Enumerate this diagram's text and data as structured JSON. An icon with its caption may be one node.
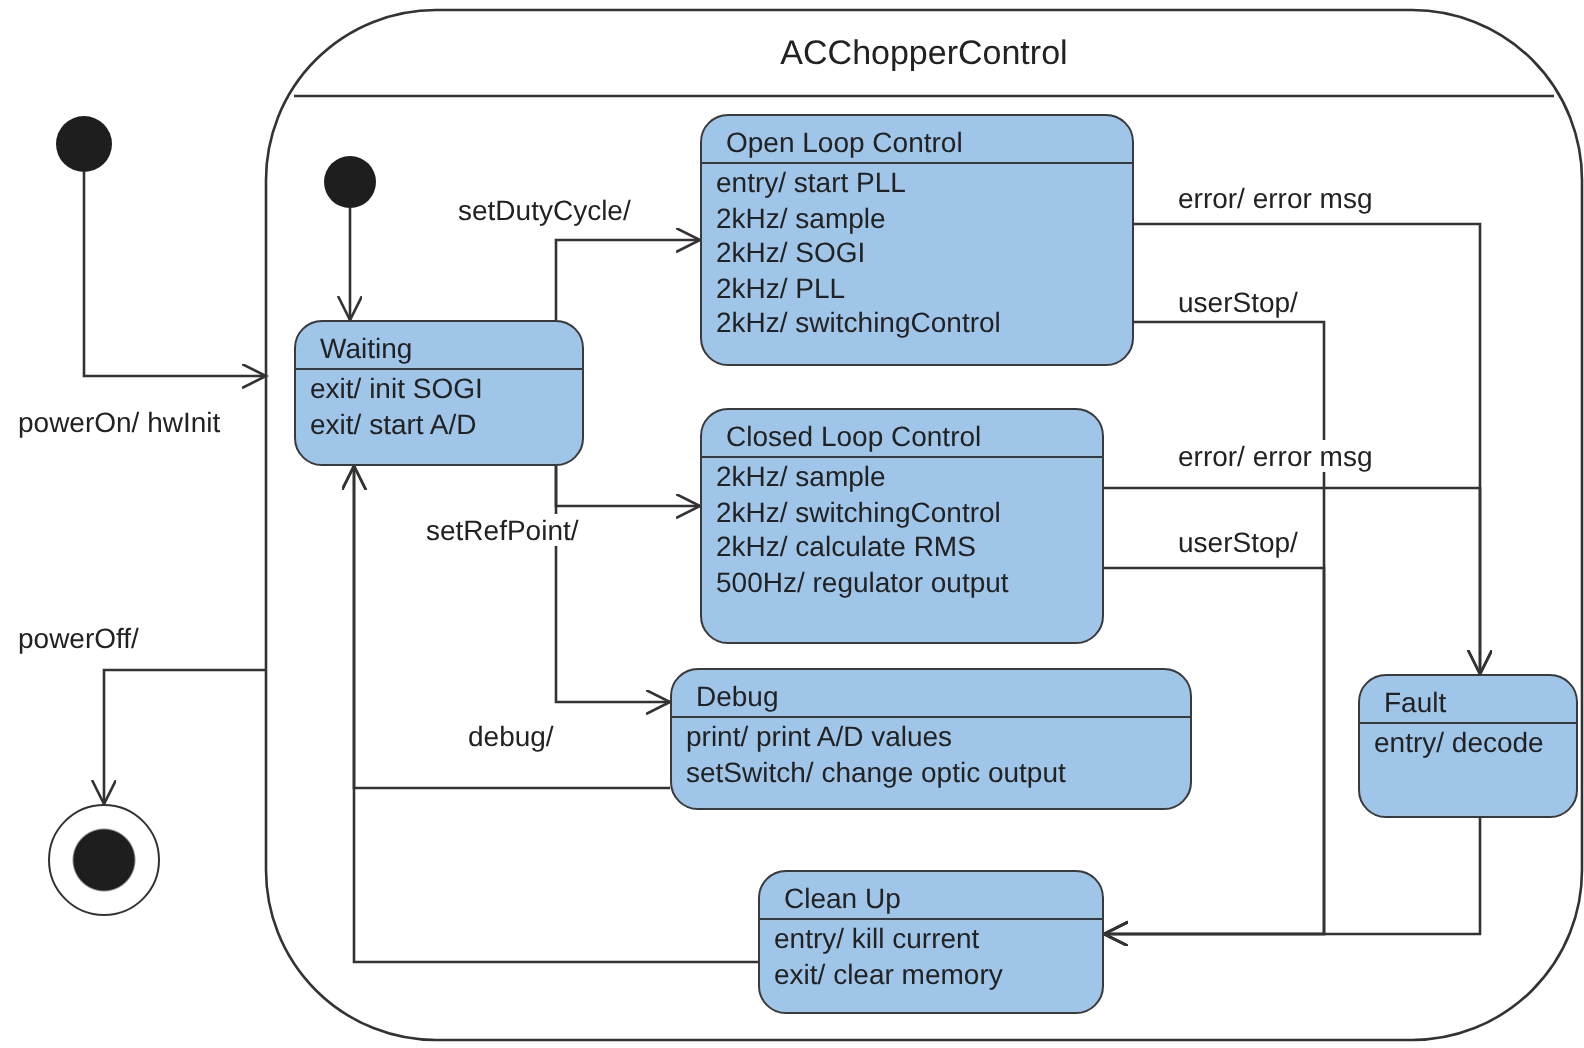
{
  "diagram": {
    "nodes": [
      {
        "text": [],
        "shape": "circle"
      },
      {
        "text": [
          "ACChopperControl"
        ]
      },
      {
        "text": [],
        "shape": "circle",
        "in": 1
      },
      {
        "text": [
          "Waiting",
          "exit/ init SOGI",
          "exit/ start A/D"
        ],
        "in": 1
      },
      {
        "text": [
          "Open Loop Control",
          "entry/ start PLL",
          "2kHz/ sample",
          "2kHz/ SOGI",
          "2kHz/ PLL",
          "2kHz/ switchingControl"
        ],
        "in": 1
      },
      {
        "text": [
          "Closed Loop Control",
          "2kHz/ sample",
          "2kHz/ switchingControl",
          "2kHz/ calculate RMS",
          "500Hz/ regulator output"
        ],
        "in": 1
      },
      {
        "text": [
          "Debug",
          "print/ print A/D values",
          "setSwitch/ change optic output"
        ],
        "in": 1
      },
      {
        "text": [
          "Fault",
          "entry/ decode"
        ],
        "in": 1
      },
      {
        "text": [
          "Clean Up",
          "entry/ kill current",
          "exit/ clear memory"
        ],
        "in": 1
      },
      {
        "text": [],
        "shape": "circle"
      }
    ],
    "edges": [
      {
        "from": 0,
        "to": 1,
        "arrow": "to",
        "label": "powerOn/ hwInit"
      },
      {
        "from": 2,
        "to": 3,
        "arrow": "to"
      },
      {
        "from": 3,
        "to": 4,
        "arrow": "to",
        "label": "setDutyCycle/"
      },
      {
        "from": 3,
        "to": 5,
        "arrow": "to",
        "label": "setRefPoint/"
      },
      {
        "from": 3,
        "to": 6,
        "arrow": "to",
        "label": "debug/"
      },
      {
        "from": 4,
        "to": 7,
        "arrow": "to",
        "label": "error/ error msg"
      },
      {
        "from": 5,
        "to": 7,
        "arrow": "to",
        "label": "error/ error msg"
      },
      {
        "from": 4,
        "to": 8,
        "arrow": "to",
        "label": "userStop/"
      },
      {
        "from": 5,
        "to": 8,
        "arrow": "to",
        "label": "userStop/"
      },
      {
        "from": 7,
        "to": 8,
        "arrow": "to"
      },
      {
        "from": 6,
        "to": 3,
        "arrow": "to"
      },
      {
        "from": 8,
        "to": 3,
        "arrow": "to"
      },
      {
        "from": 1,
        "to": 9,
        "arrow": "to",
        "label": "powerOff/"
      }
    ]
  }
}
